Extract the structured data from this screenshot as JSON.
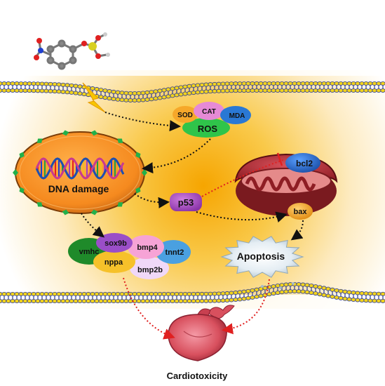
{
  "labels": {
    "sod": "SOD",
    "cat": "CAT",
    "mda": "MDA",
    "ros": "ROS",
    "dna_damage": "DNA damage",
    "p53": "p53",
    "bcl2": "bcl2",
    "bax": "bax",
    "apoptosis": "Apoptosis",
    "vmhc": "vmhc",
    "sox9b": "sox9b",
    "bmp4": "bmp4",
    "tnnt2": "tnnt2",
    "nppa": "nppa",
    "bmp2b": "bmp2b",
    "cardiotoxicity": "Cardiotoxicity"
  },
  "colors": {
    "membrane_head": "#f2d31b",
    "membrane_head_outline": "#2a3a9a",
    "glow_center": "#f7a800",
    "p53": "#b04ec8",
    "bcl2": "#1f6fd0",
    "bax": "#f2a21e",
    "inhibition": "#e02020",
    "toxicity_arrow": "#e02020"
  },
  "icons": {
    "molecule": "chemical-molecule-icon",
    "lightning": "lightning-bolt-icon",
    "nucleus": "nucleus-dna-icon",
    "mitochondrion": "mitochondrion-icon",
    "apoptosis": "apoptosis-burst-icon",
    "heart": "heart-icon"
  }
}
